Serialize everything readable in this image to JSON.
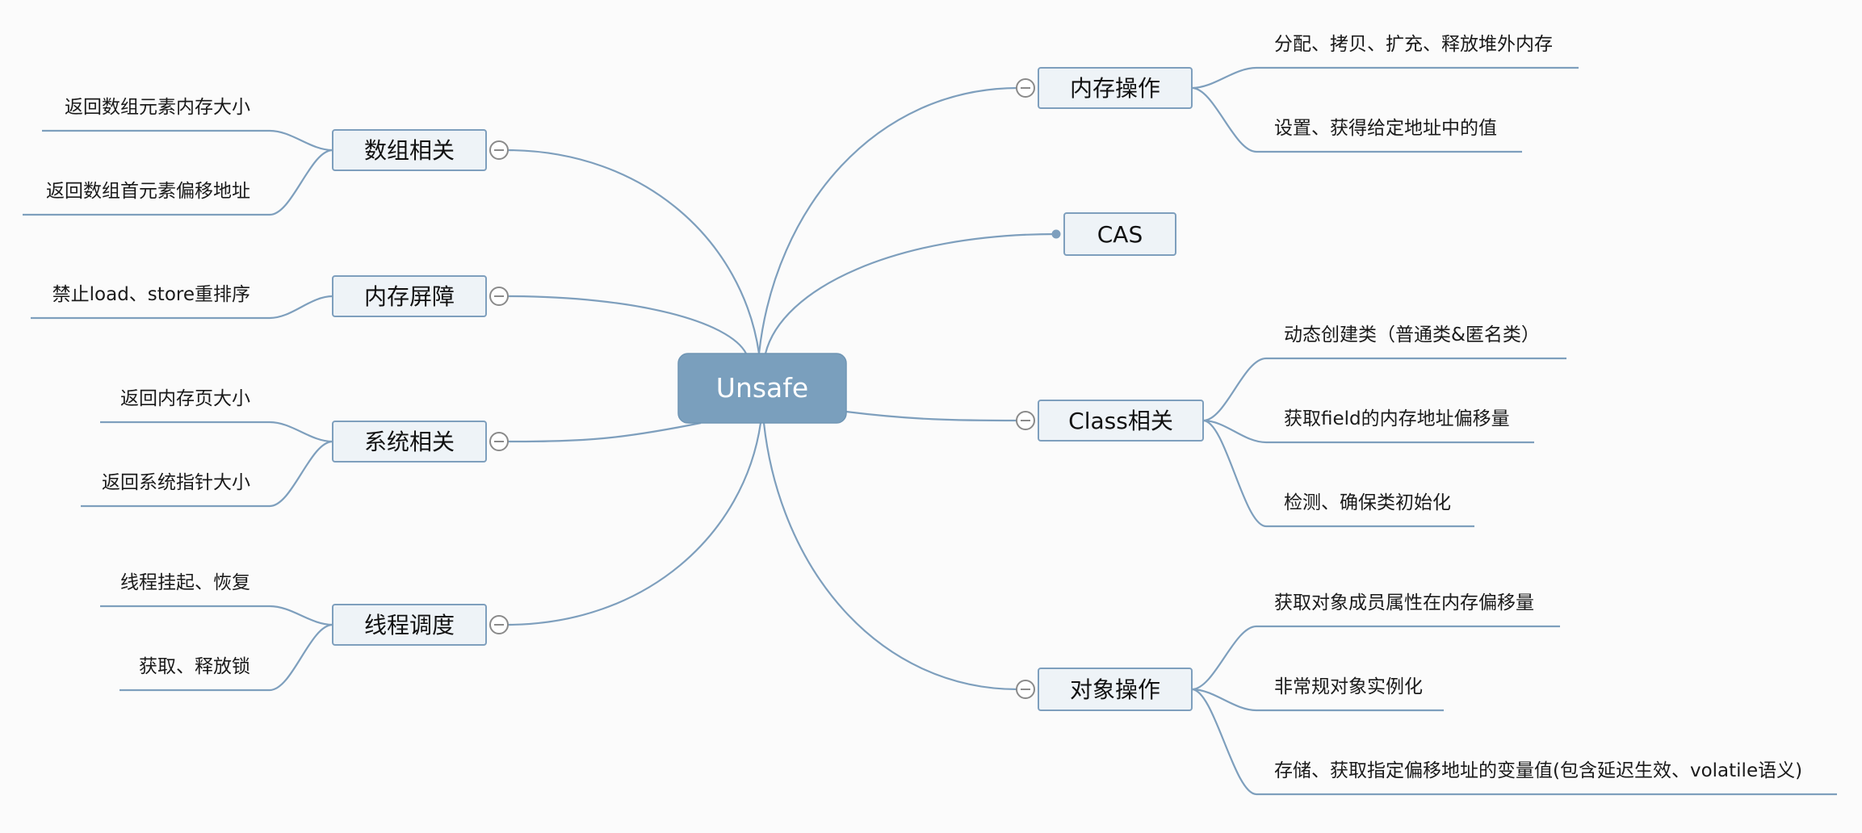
{
  "root": {
    "label": "Unsafe"
  },
  "right": [
    {
      "id": "mem",
      "label": "内存操作",
      "children": [
        "分配、拷贝、扩充、释放堆外内存",
        "设置、获得给定地址中的值"
      ]
    },
    {
      "id": "cas",
      "label": "CAS",
      "children": []
    },
    {
      "id": "class",
      "label": "Class相关",
      "children": [
        "动态创建类（普通类&匿名类）",
        "获取field的内存地址偏移量",
        "检测、确保类初始化"
      ]
    },
    {
      "id": "obj",
      "label": "对象操作",
      "children": [
        "获取对象成员属性在内存偏移量",
        "非常规对象实例化",
        "存储、获取指定偏移地址的变量值(包含延迟生效、volatile语义)"
      ]
    }
  ],
  "left": [
    {
      "id": "array",
      "label": "数组相关",
      "children": [
        "返回数组元素内存大小",
        "返回数组首元素偏移地址"
      ]
    },
    {
      "id": "barrier",
      "label": "内存屏障",
      "children": [
        "禁止load、store重排序"
      ]
    },
    {
      "id": "system",
      "label": "系统相关",
      "children": [
        "返回内存页大小",
        "返回系统指针大小"
      ]
    },
    {
      "id": "thread",
      "label": "线程调度",
      "children": [
        "线程挂起、恢复",
        "获取、释放锁"
      ]
    }
  ],
  "colors": {
    "root_fill": "#7a9fbd",
    "topic_fill": "#eef3f7",
    "line": "#7e9fbd",
    "background": "#fbfbfb"
  }
}
